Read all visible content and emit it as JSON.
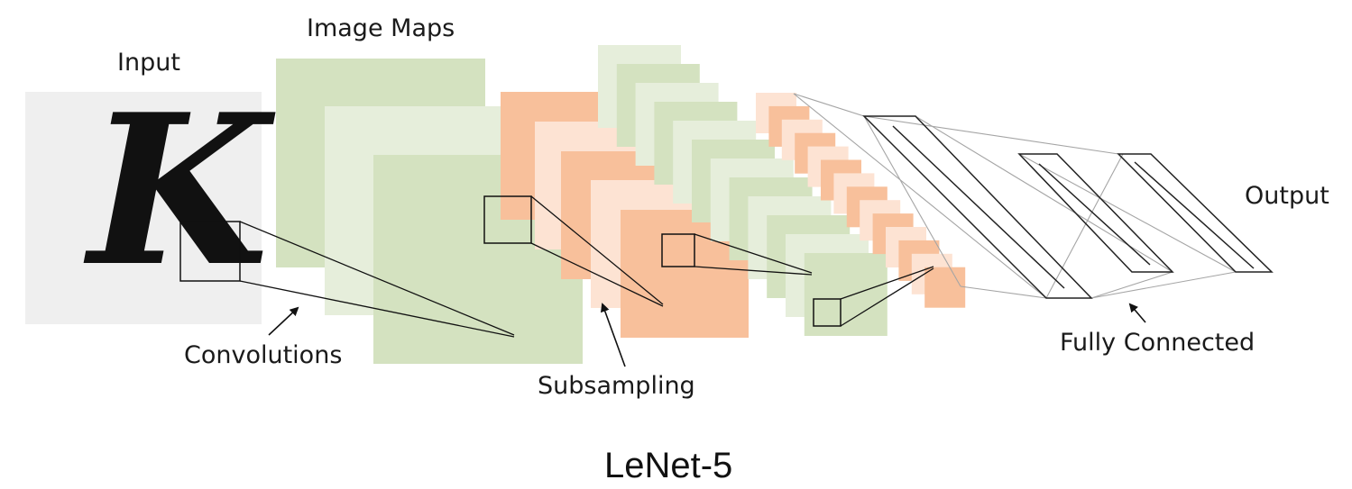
{
  "labels": {
    "input": "Input",
    "image_maps": "Image Maps",
    "output": "Output",
    "convolutions": "Convolutions",
    "subsampling": "Subsampling",
    "fully_connected": "Fully Connected",
    "title": "LeNet-5"
  },
  "input_glyph": "K",
  "colors": {
    "input_bg": "#efefef",
    "conv_green": "#d4e2c0",
    "conv_green_light": "#e6eedb",
    "pool_orange": "#f8c09b",
    "pool_orange_light": "#fde3d3",
    "line": "#111111",
    "fc_line": "#9a9a9a"
  }
}
